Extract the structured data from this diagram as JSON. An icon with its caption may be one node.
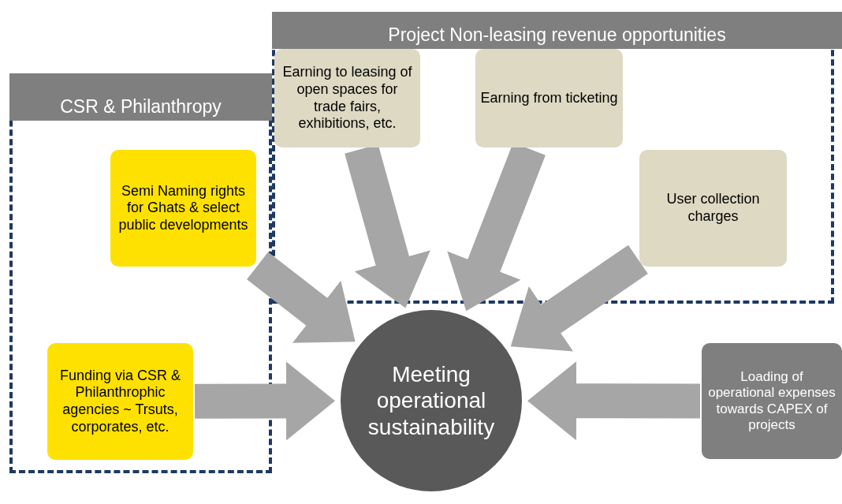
{
  "diagram": {
    "nodes": [
      {
        "text": [
          "CSR & Philanthropy"
        ]
      },
      {
        "text": [
          "Semi Naming rights for Ghats & select public developments"
        ],
        "in": 0
      },
      {
        "text": [
          "Funding via CSR & Philanthrophic agencies ~ Trsuts, corporates, etc."
        ],
        "in": 0
      },
      {
        "text": [
          "Project Non-leasing revenue opportunities"
        ]
      },
      {
        "text": [
          "Earning to leasing of open spaces for trade fairs, exhibitions, etc."
        ],
        "in": 3
      },
      {
        "text": [
          "Earning from ticketing"
        ],
        "in": 3
      },
      {
        "text": [
          "User collection charges"
        ],
        "in": 3
      },
      {
        "text": [
          "Meeting operational sustainability"
        ]
      },
      {
        "text": [
          "Loading of operational expenses towards CAPEX of projects"
        ]
      }
    ],
    "edges": [
      {
        "from": 4,
        "to": 7,
        "arrow": "to"
      },
      {
        "from": 5,
        "to": 7,
        "arrow": "to"
      },
      {
        "from": 6,
        "to": 7,
        "arrow": "to"
      },
      {
        "from": 1,
        "to": 7,
        "arrow": "to"
      },
      {
        "from": 2,
        "to": 7,
        "arrow": "to"
      },
      {
        "from": 8,
        "to": 7,
        "arrow": "to"
      }
    ]
  }
}
